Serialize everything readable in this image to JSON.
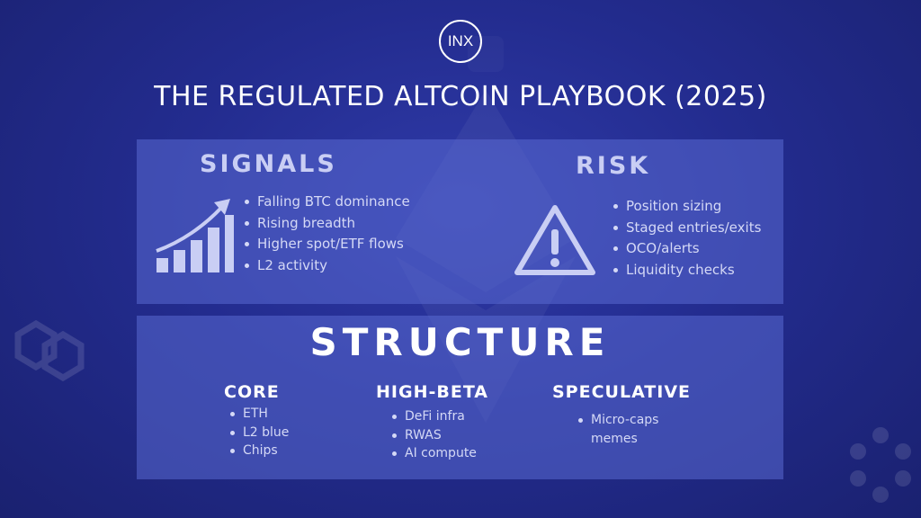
{
  "logo": {
    "text": "INX"
  },
  "title": "THE REGULATED ALTCOIN PLAYBOOK (2025)",
  "signals": {
    "heading": "SIGNALS",
    "icon": "growth-chart-icon",
    "items": [
      "Falling BTC dominance",
      "Rising breadth",
      "Higher spot/ETF flows",
      "L2 activity"
    ]
  },
  "risk": {
    "heading": "RISK",
    "icon": "warning-triangle-icon",
    "items": [
      "Position sizing",
      "Staged entries/exits",
      "OCO/alerts",
      "Liquidity checks"
    ]
  },
  "structure": {
    "heading": "STRUCTURE",
    "core": {
      "title": "CORE",
      "items": [
        "ETH",
        "L2 blue",
        "Chips"
      ]
    },
    "high_beta": {
      "title": "HIGH-BETA",
      "items": [
        "DeFi infra",
        "RWAS",
        "AI compute"
      ]
    },
    "speculative": {
      "title": "SPECULATIVE",
      "items": [
        "Micro-caps memes"
      ]
    }
  },
  "colors": {
    "background": "#232c8f",
    "panel": "#5a69d2",
    "text": "#ffffff",
    "muted": "#c9cef4"
  }
}
